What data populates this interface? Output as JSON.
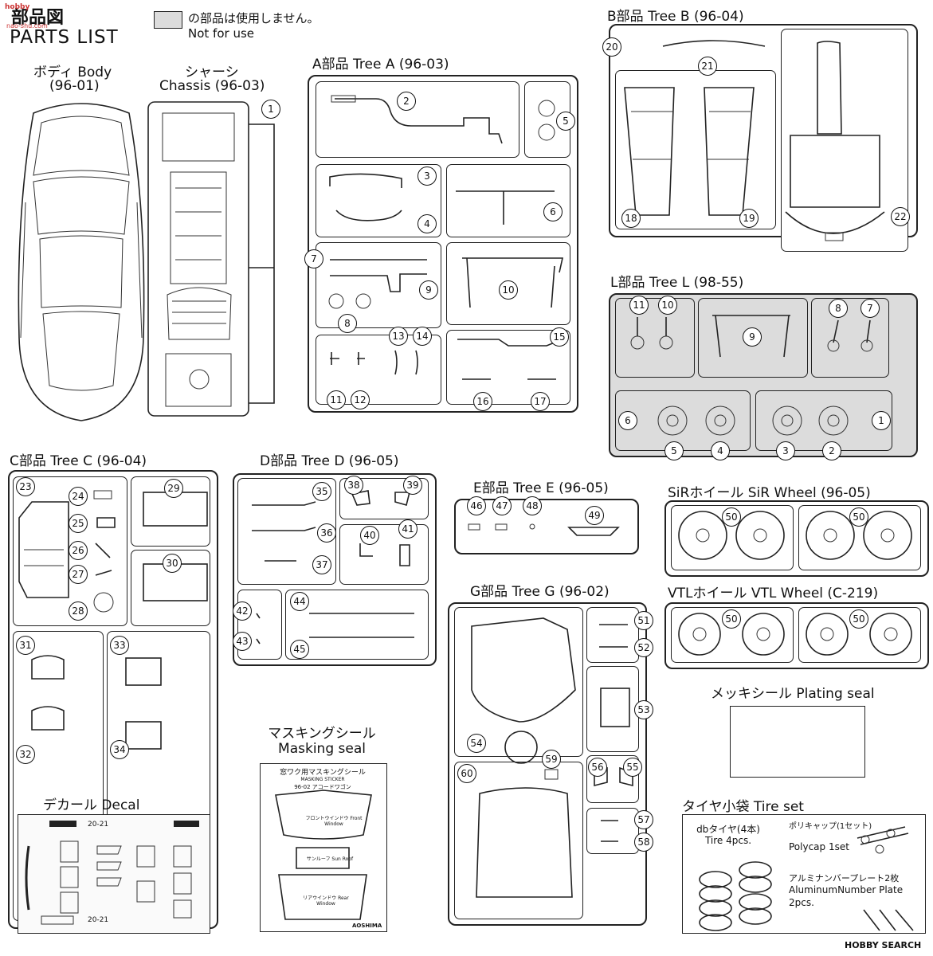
{
  "header": {
    "jp_title": "部品図",
    "en_title": "PARTS LIST",
    "legend_jp": "の部品は使用しません。",
    "legend_en": "Not for use",
    "watermark_left": "hobby",
    "watermark_left_url": "nao-shu.com",
    "watermark_right": "HOBBY SEARCH"
  },
  "body": {
    "jp": "ボディ Body",
    "code": "(96-01)"
  },
  "chassis": {
    "jp": "シャーシ",
    "en": "Chassis (96-03)",
    "part": "1"
  },
  "tree_a": {
    "title": "A部品 Tree A (96-03)",
    "parts": [
      "2",
      "3",
      "4",
      "5",
      "6",
      "7",
      "8",
      "9",
      "10",
      "11",
      "12",
      "13",
      "14",
      "15",
      "16",
      "17"
    ]
  },
  "tree_b": {
    "title": "B部品 Tree B (96-04)",
    "parts": [
      "18",
      "19",
      "20",
      "21",
      "22"
    ]
  },
  "tree_l": {
    "title": "L部品 Tree L (98-55)",
    "parts": [
      "1",
      "2",
      "3",
      "4",
      "5",
      "6",
      "7",
      "8",
      "9",
      "10",
      "11"
    ]
  },
  "tree_c": {
    "title": "C部品 Tree C (96-04)",
    "parts": [
      "23",
      "24",
      "25",
      "26",
      "27",
      "28",
      "29",
      "30",
      "31",
      "32",
      "33",
      "34"
    ]
  },
  "tree_d": {
    "title": "D部品 Tree D (96-05)",
    "parts": [
      "35",
      "36",
      "37",
      "38",
      "39",
      "40",
      "41",
      "42",
      "43",
      "44",
      "45"
    ]
  },
  "tree_e": {
    "title": "E部品 Tree E (96-05)",
    "parts": [
      "46",
      "47",
      "48",
      "49"
    ]
  },
  "tree_g": {
    "title": "G部品 Tree G (96-02)",
    "parts": [
      "51",
      "52",
      "53",
      "54",
      "55",
      "56",
      "57",
      "58",
      "59",
      "60"
    ]
  },
  "sir_wheel": {
    "title": "SiRホイール SiR Wheel (96-05)",
    "part": "50"
  },
  "vtl_wheel": {
    "title": "VTLホイール VTL Wheel (C-219)",
    "part": "50"
  },
  "plating": {
    "title": "メッキシール Plating seal"
  },
  "masking": {
    "title_jp": "マスキングシール",
    "title_en": "Masking seal",
    "sheet_title": "窓ワク用マスキングシール",
    "sheet_sub": "MASKING STICKER",
    "sheet_code": "96-02 アコードワゴン",
    "front": "フロントウインドウ Front Window",
    "sun": "サンルーフ Sun Roof",
    "rear": "リアウインドウ Rear Window",
    "brand": "AOSHIMA"
  },
  "decal": {
    "title": "デカール Decal",
    "plate": "20-21"
  },
  "tire": {
    "title": "タイヤ小袋 Tire set",
    "tire_jp": "dbタイヤ(4本)",
    "tire_en": "Tire 4pcs.",
    "polycap_jp": "ポリキャップ(1セット)",
    "polycap_en": "Polycap 1set",
    "plate_jp": "アルミナンバープレート2枚",
    "plate_en": "AluminumNumber Plate",
    "plate_count": "2pcs."
  },
  "colors": {
    "line": "#222222",
    "unused": "#dcdcdc"
  }
}
